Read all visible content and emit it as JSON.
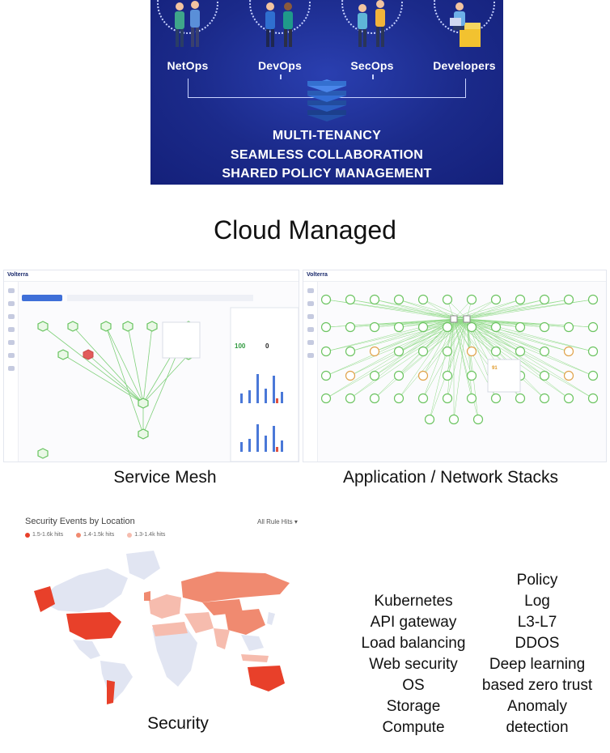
{
  "banner": {
    "roles": [
      {
        "label": "NetOps",
        "icon": "netops-people-icon"
      },
      {
        "label": "DevOps",
        "icon": "devops-people-icon"
      },
      {
        "label": "SecOps",
        "icon": "secops-people-icon"
      },
      {
        "label": "Developers",
        "icon": "developer-person-icon"
      }
    ],
    "taglines": [
      "MULTI-TENANCY",
      "SEAMLESS COLLABORATION",
      "SHARED POLICY MANAGEMENT"
    ],
    "colors": {
      "background": "#1b2a8a",
      "stack": "#2f64c8"
    }
  },
  "heading": "Cloud Managed",
  "screens": {
    "service_mesh": {
      "brand": "Volterra",
      "caption": "Service Mesh"
    },
    "app_stacks": {
      "brand": "Volterra",
      "caption": "Application / Network Stacks"
    }
  },
  "security": {
    "title": "Security Events by Location",
    "filter": "All Rule Hits",
    "legend": [
      {
        "label": "1.5-1.6k hits",
        "color": "#e8402a"
      },
      {
        "label": "1.4-1.5k hits",
        "color": "#f08a70"
      },
      {
        "label": "1.3-1.4k hits",
        "color": "#f6bcae"
      }
    ],
    "caption": "Security"
  },
  "features": {
    "left": [
      "Kubernetes",
      "API gateway",
      "Load balancing",
      "Web security",
      "OS",
      "Storage",
      "Compute"
    ],
    "right": [
      "Policy",
      "Log",
      "L3-L7",
      "DDOS",
      "Deep learning",
      "based zero trust",
      "Anomaly",
      "detection"
    ]
  }
}
